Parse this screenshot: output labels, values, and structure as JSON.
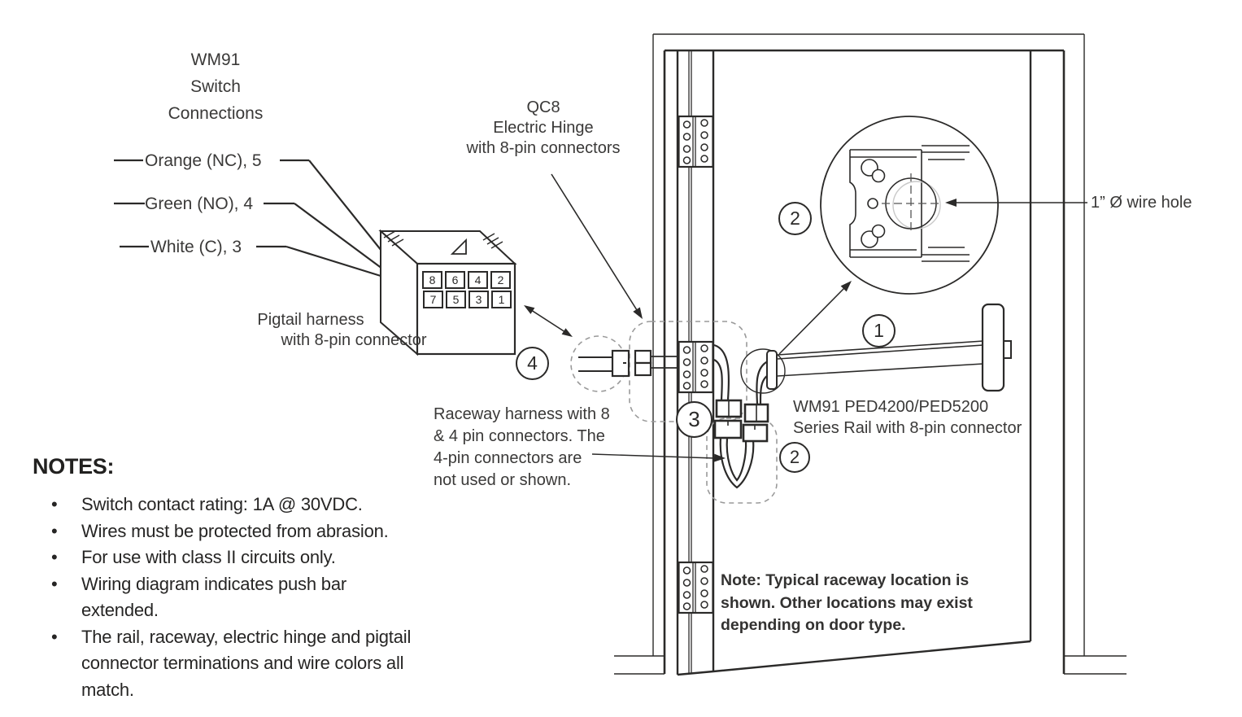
{
  "diagram": {
    "switch_block": {
      "title": "WM91\nSwitch\nConnections",
      "wires": [
        "Orange (NC), 5",
        "Green (NO), 4",
        "White (C), 3"
      ]
    },
    "pigtail": {
      "pins": [
        "8",
        "6",
        "4",
        "2",
        "7",
        "5",
        "3",
        "1"
      ],
      "caption_line1": "Pigtail harness",
      "caption_line2": "with 8-pin connector"
    },
    "qc8_label": "QC8\nElectric Hinge\nwith 8-pin connectors",
    "raceway_label": "Raceway harness with 8\n& 4 pin connectors. The\n4-pin connectors are\nnot used or shown.",
    "rail_label": "WM91 PED4200/PED5200\nSeries Rail with 8-pin connector",
    "wire_hole_label": "1” Ø wire hole",
    "door_note": "Note: Typical raceway location is\nshown. Other locations may exist\ndepending on door type.",
    "callouts": {
      "c1": "1",
      "c2": "2",
      "c3": "3",
      "c4": "4"
    }
  },
  "notes": {
    "heading": "NOTES:",
    "bullet": "•",
    "items": [
      "Switch contact rating: 1A @ 30VDC.",
      "Wires must be protected from abrasion.",
      "For use with class II circuits only.",
      "Wiring diagram indicates push bar\nextended.",
      "The rail, raceway, electric hinge and pigtail\nconnector terminations and wire colors all\nmatch."
    ]
  },
  "colors": {
    "line": "#2b2a29",
    "dashed": "#9a9a9a",
    "text": "#2f2e2d"
  }
}
